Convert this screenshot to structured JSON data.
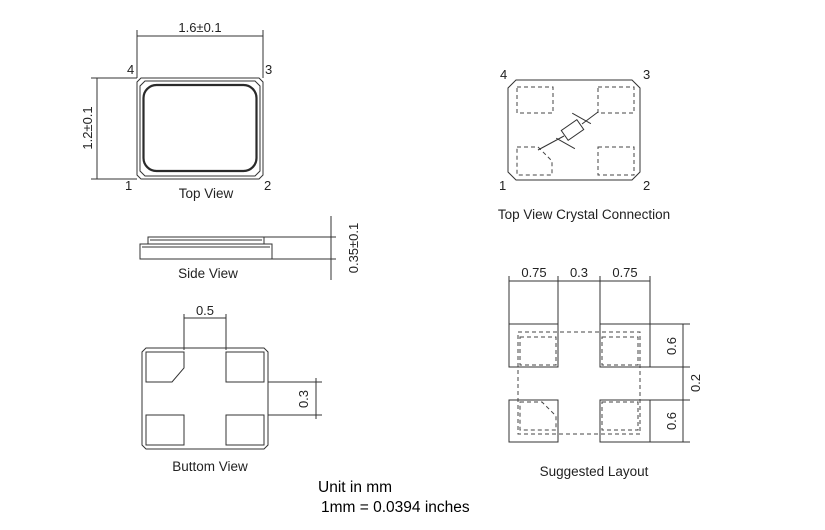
{
  "pins": {
    "p1": "1",
    "p2": "2",
    "p3": "3",
    "p4": "4"
  },
  "top_view": {
    "caption": "Top View",
    "width_dim": "1.6±0.1",
    "height_dim": "1.2±0.1"
  },
  "side_view": {
    "caption": "Side View",
    "thickness_dim": "0.35±0.1"
  },
  "bottom_view": {
    "caption": "Buttom View",
    "pad_width_dim": "0.5",
    "pad_height_dim": "0.3"
  },
  "crystal_view": {
    "caption": "Top View Crystal Connection"
  },
  "suggested_layout": {
    "caption": "Suggested Layout",
    "pad_w_left": "0.75",
    "gap": "0.3",
    "pad_w_right": "0.75",
    "pad_h_top": "0.6",
    "gap_v": "0.2",
    "pad_h_bottom": "0.6"
  },
  "units": {
    "line1": "Unit in mm",
    "line2": "1mm = 0.0394 inches"
  }
}
